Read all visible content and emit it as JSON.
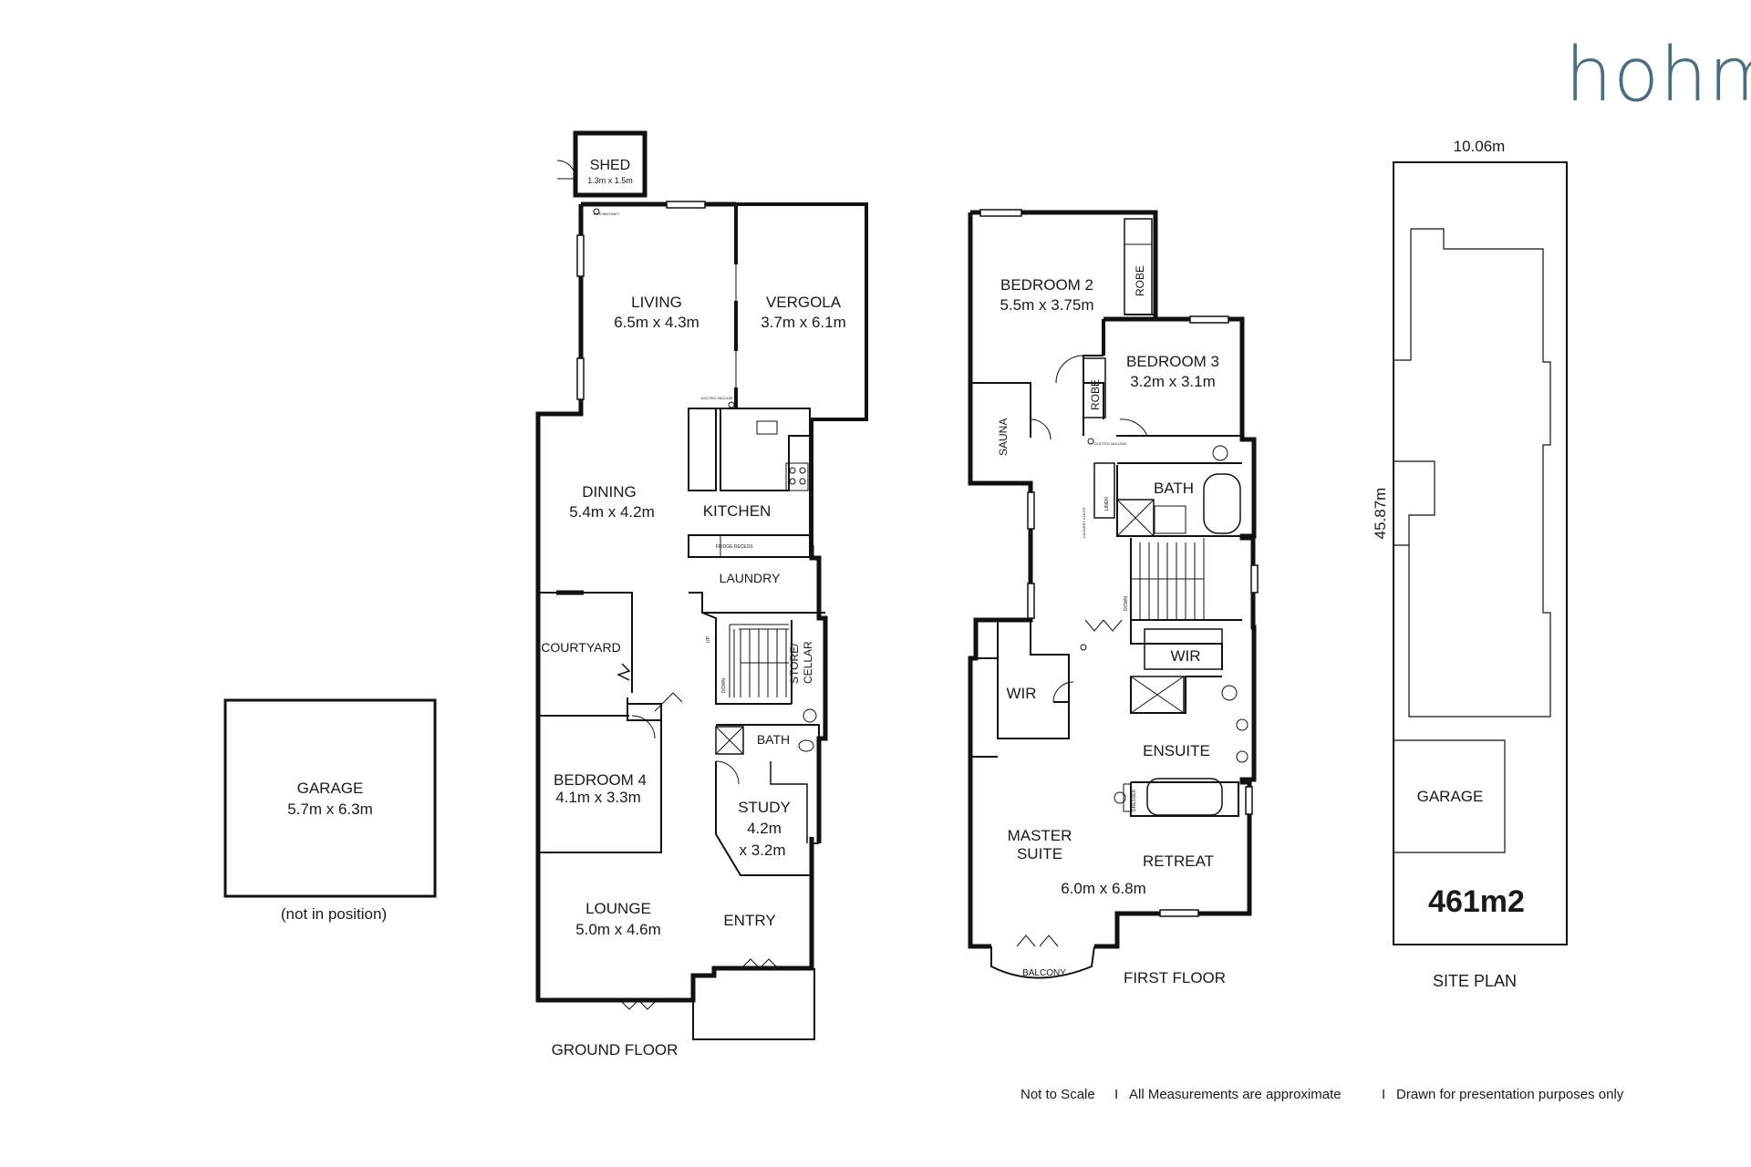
{
  "brand": "hohm",
  "footer": {
    "not_to_scale": "Not to Scale",
    "separator": "I",
    "approximate": "All Measurements are approximate",
    "presentation": "Drawn for presentation purposes only"
  },
  "garage_detached": {
    "name": "GARAGE",
    "dims": "5.7m x 6.3m",
    "note": "(not in position)"
  },
  "ground_floor": {
    "title": "GROUND FLOOR",
    "shed": {
      "name": "SHED",
      "dims": "1.3m x 1.5m"
    },
    "gas_bayonet": "GAS BAYONET",
    "living": {
      "name": "LIVING",
      "dims": "6.5m x 4.3m"
    },
    "vergola": {
      "name": "VERGOLA",
      "dims": "3.7m x 6.1m"
    },
    "ducted_vacuum": "DUCTED VACUUM",
    "dining": {
      "name": "DINING",
      "dims": "5.4m x 4.2m"
    },
    "kitchen": "KITCHEN",
    "fridge_recess": "FRIDGE RECESS",
    "laundry": "LAUNDRY",
    "courtyard": "COURTYARD",
    "stair_up": "UP",
    "stair_down": "DOWN",
    "store_cellar_1": "STORE/",
    "store_cellar_2": "CELLAR",
    "bath": "BATH",
    "bedroom4": {
      "name": "BEDROOM 4",
      "dims": "4.1m x 3.3m"
    },
    "study": {
      "name": "STUDY",
      "dims1": "4.2m",
      "dims2": "x 3.2m"
    },
    "lounge": {
      "name": "LOUNGE",
      "dims": "5.0m x 4.6m"
    },
    "entry": "ENTRY"
  },
  "first_floor": {
    "title": "FIRST FLOOR",
    "bedroom2": {
      "name": "BEDROOM 2",
      "dims": "5.5m x 3.75m"
    },
    "robe": "ROBE",
    "bedroom3": {
      "name": "BEDROOM 3",
      "dims": "3.2m x 3.1m"
    },
    "sauna": "SAUNA",
    "ducted_vacuum": "DUCTED VACUUM",
    "linen": "LINEN",
    "laundry_chute": "LAUNDRY CHUTE",
    "bath": "BATH",
    "stair_down": "DOWN",
    "wir": "WIR",
    "ensuite": "ENSUITE",
    "dresser": "DRESSER",
    "master": {
      "name1": "MASTER",
      "name2": "SUITE",
      "dims": "6.0m x 6.8m"
    },
    "retreat": "RETREAT",
    "balcony": "BALCONY"
  },
  "site_plan": {
    "title": "SITE PLAN",
    "width": "10.06m",
    "depth": "45.87m",
    "garage": "GARAGE",
    "area": "461m2"
  }
}
